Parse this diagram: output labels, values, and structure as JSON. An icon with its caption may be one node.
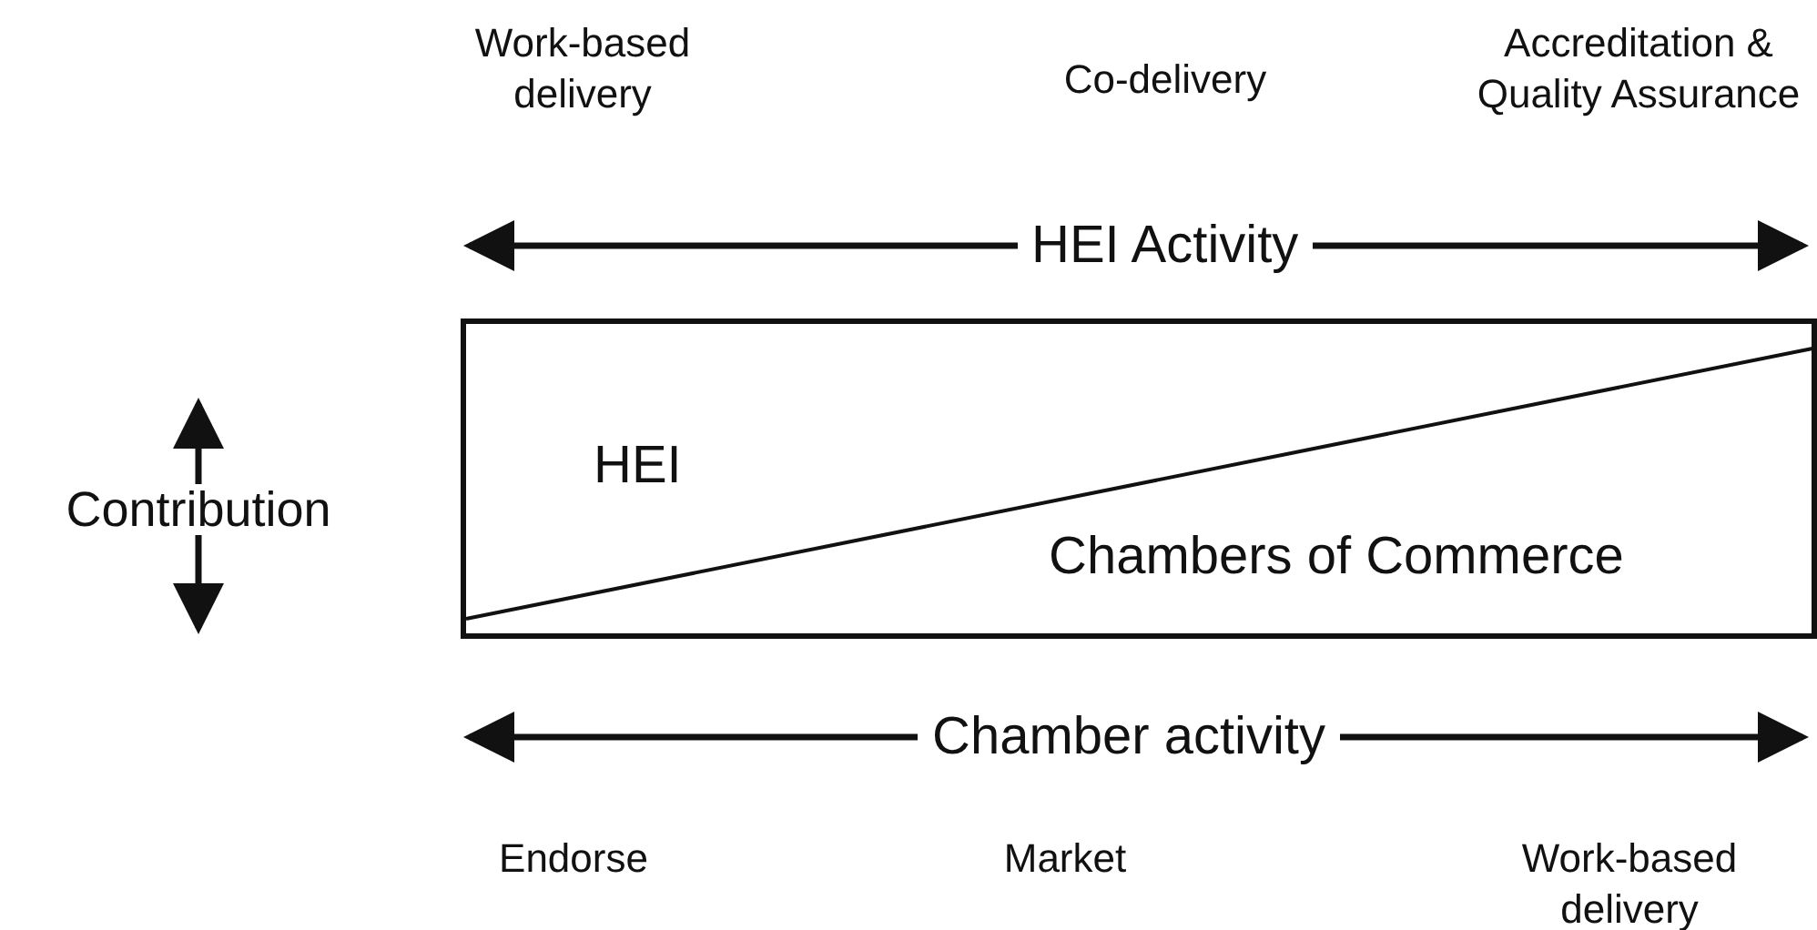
{
  "diagram": {
    "nodes": [
      {
        "text": [],
        "shape": "box"
      },
      {
        "text": [
          "HEI"
        ],
        "in": 0
      },
      {
        "text": [
          "Chambers of Commerce"
        ],
        "in": 0
      }
    ],
    "edges": [],
    "labels": [
      "Work-based delivery",
      "Co-delivery",
      "Accreditation & Quality Assurance",
      "HEI Activity",
      "Contribution",
      "Chamber activity",
      "Endorse",
      "Market",
      "Work-based delivery"
    ]
  }
}
